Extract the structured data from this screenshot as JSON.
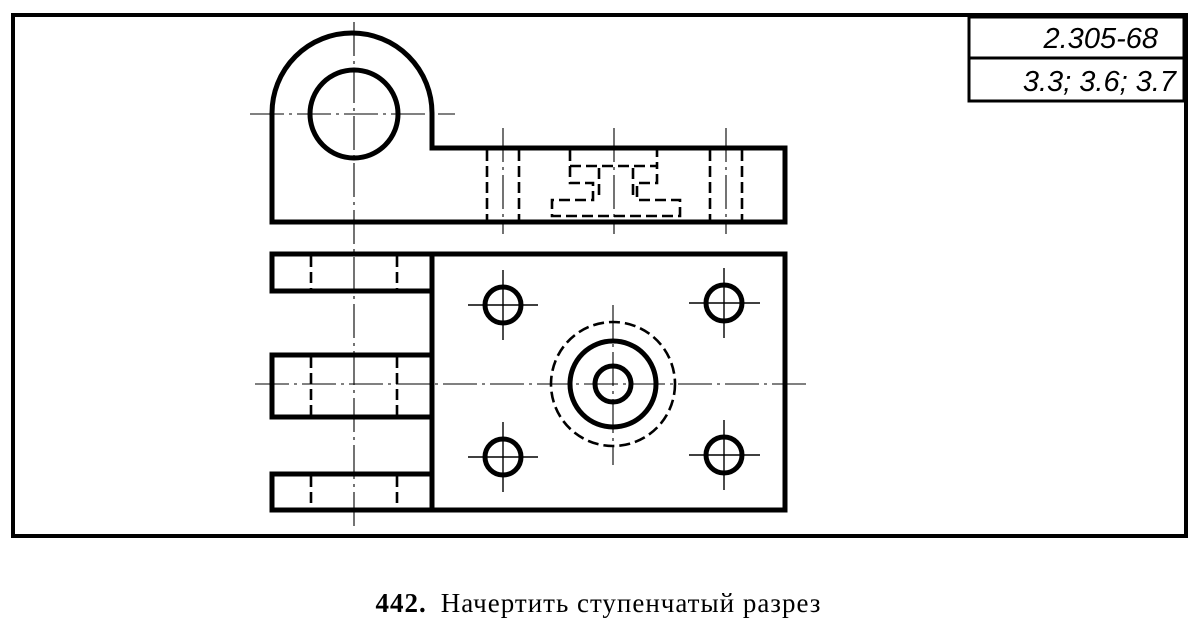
{
  "stamp": {
    "standard": "2.305-68",
    "clauses": "3.3; 3.6; 3.7"
  },
  "caption": {
    "number": "442.",
    "text": "Начертить ступенчатый разрез"
  }
}
